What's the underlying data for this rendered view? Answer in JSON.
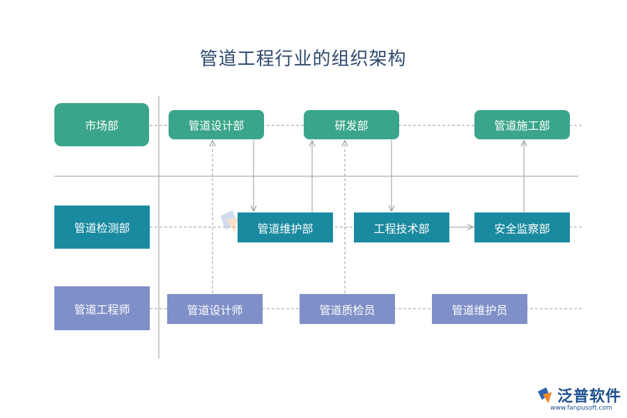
{
  "title": "管道工程行业的组织架构",
  "rows": {
    "row1": {
      "label": "市场部",
      "items": [
        "管道设计部",
        "研发部",
        "管道施工部"
      ]
    },
    "row2": {
      "label": "管道检测部",
      "items": [
        "管道维护部",
        "工程技术部",
        "安全监察部"
      ]
    },
    "row3": {
      "label": "管道工程师",
      "items": [
        "管道设计师",
        "管道质检员",
        "管道维护员"
      ]
    }
  },
  "colors": {
    "green": "#3aa58a",
    "teal": "#1a8aa0",
    "purple": "#7f8fc7",
    "line": "#999999"
  },
  "logo": {
    "name": "泛普软件",
    "url": "www.fanpusoft.com",
    "icon": "fanpu-logo-icon"
  }
}
